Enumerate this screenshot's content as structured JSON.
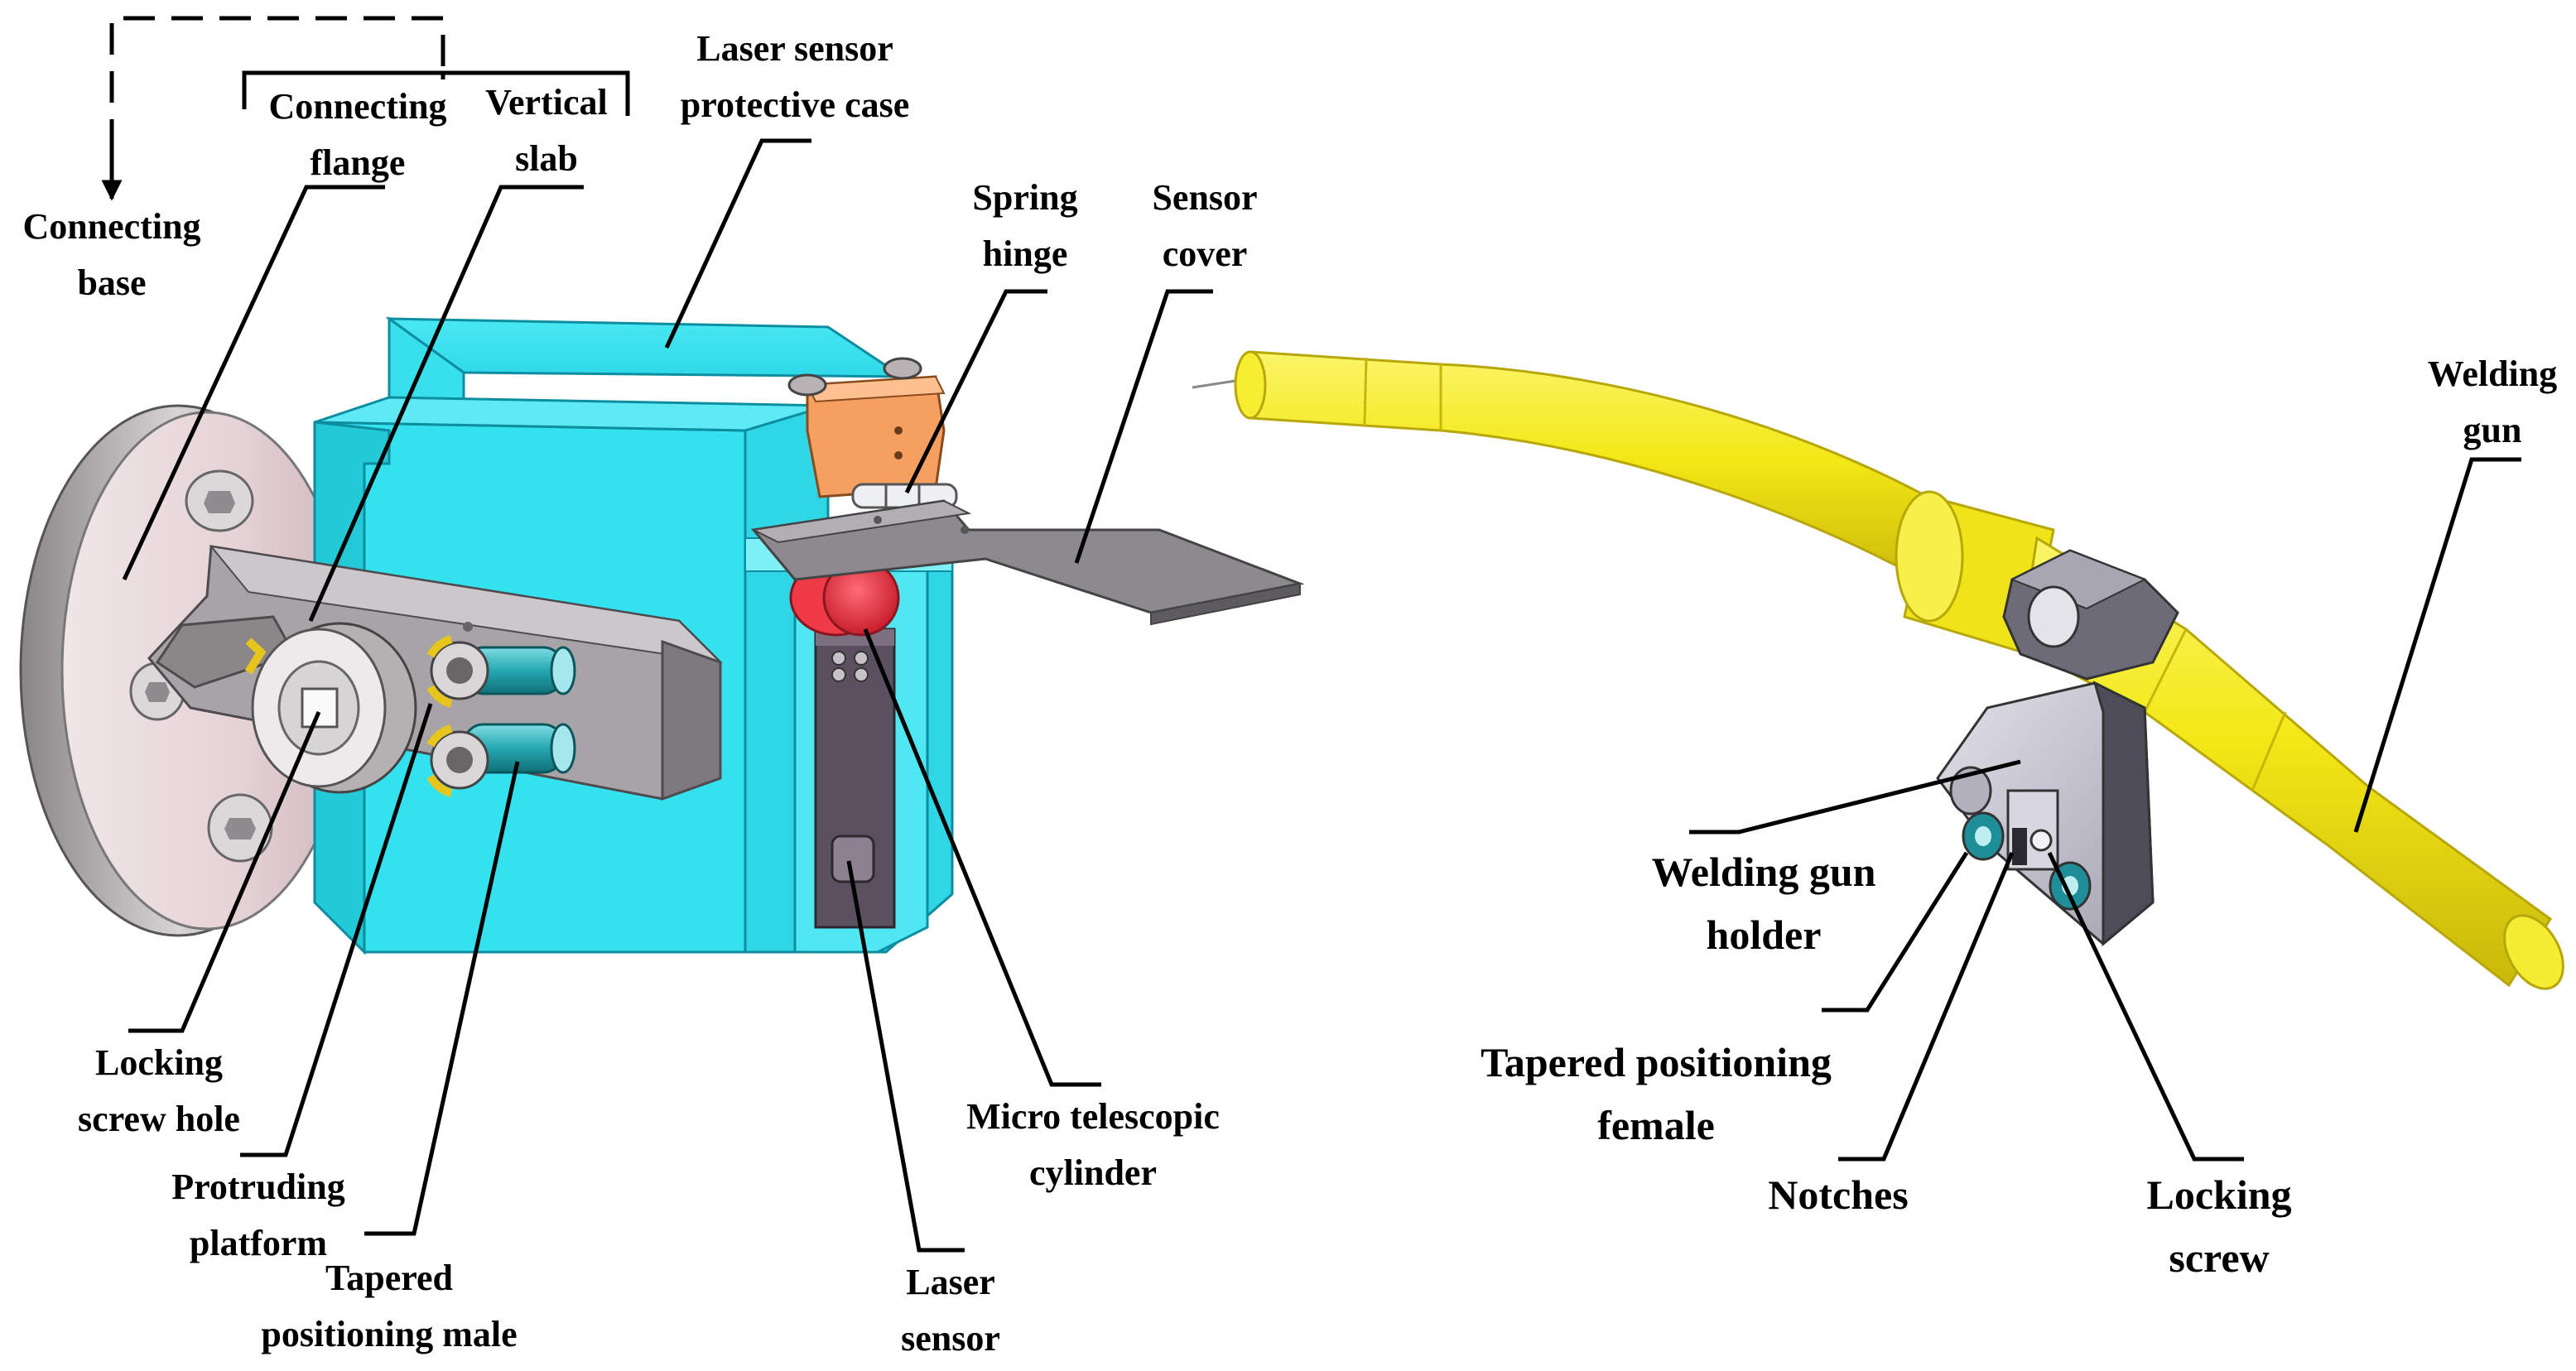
{
  "colors": {
    "case": "#33e2f0",
    "case_dark": "#1ab3c5",
    "case_edge": "#0d8ea0",
    "gun": "#f6ee1a",
    "gun_dark": "#c3b20d",
    "steel": "#b7b3b5",
    "steel_dark": "#6e6a6d",
    "base": "#ead8db",
    "hinge_block": "#f59f61",
    "cylinder": "#f03a48",
    "sensor": "#5b5060",
    "dowel": "#25a7b2",
    "ring": "#e8c51d"
  },
  "labels": {
    "connecting_base": [
      "Connecting",
      "base"
    ],
    "connecting_flange": [
      "Connecting",
      "flange"
    ],
    "vertical_slab": [
      "Vertical",
      "slab"
    ],
    "laser_case": [
      "Laser sensor",
      "protective case"
    ],
    "spring_hinge": [
      "Spring",
      "hinge"
    ],
    "sensor_cover": [
      "Sensor",
      "cover"
    ],
    "welding_gun": [
      "Welding",
      "gun"
    ],
    "welding_gun_holder": [
      "Welding gun",
      "holder"
    ],
    "tapered_female": [
      "Tapered positioning",
      "female"
    ],
    "notches": [
      "Notches"
    ],
    "locking_screw": [
      "Locking",
      "screw"
    ],
    "locking_screw_hole": [
      "Locking",
      "screw hole"
    ],
    "protruding_platform": [
      "Protruding",
      "platform"
    ],
    "tapered_male": [
      "Tapered",
      "positioning male"
    ],
    "laser_sensor": [
      "Laser",
      "sensor"
    ],
    "micro_cylinder": [
      "Micro telescopic",
      "cylinder"
    ]
  }
}
